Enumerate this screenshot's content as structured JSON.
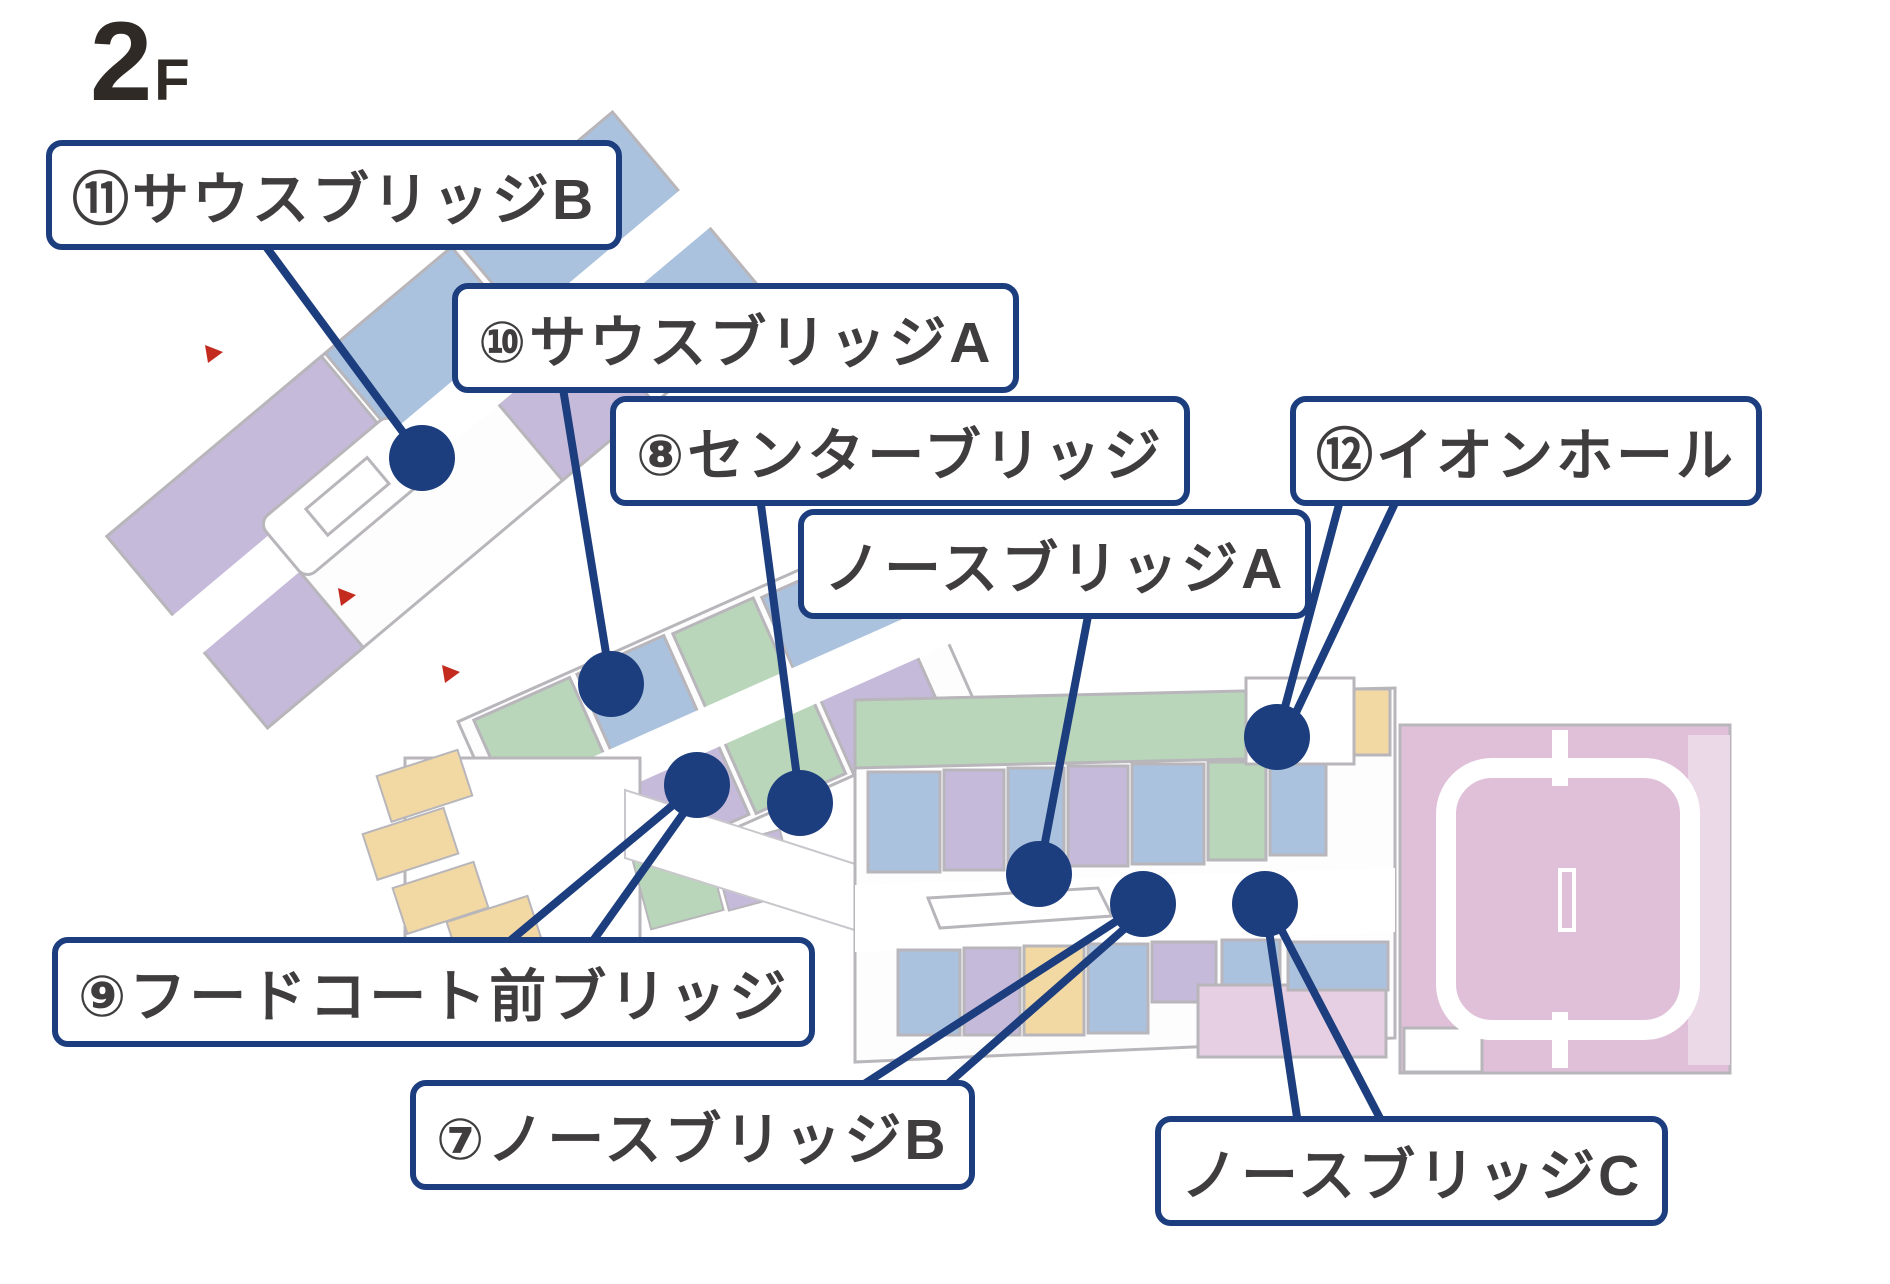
{
  "palette": {
    "accent_navy": "#1c3d7e",
    "label_text": "#3f3d3e",
    "map_purple": "#c6bada",
    "map_blue": "#abc2de",
    "map_green": "#b9d6ba",
    "map_yellow": "#f2d9a4",
    "map_pink": "#dfc0d8",
    "outline_gray": "#b8b6bb",
    "red_marker": "#c42b1f"
  },
  "floor": {
    "number": "2",
    "suffix": "F"
  },
  "callouts": [
    {
      "id": "south-bridge-b",
      "label": "⑪サウスブリッジB"
    },
    {
      "id": "south-bridge-a",
      "label": "⑩サウスブリッジA"
    },
    {
      "id": "center-bridge",
      "label": "⑧センターブリッジ"
    },
    {
      "id": "north-bridge-a",
      "label": "ノースブリッジA"
    },
    {
      "id": "aeon-hall",
      "label": "⑫イオンホール"
    },
    {
      "id": "food-court-bridge",
      "label": "⑨フードコート前ブリッジ"
    },
    {
      "id": "north-bridge-b",
      "label": "⑦ノースブリッジB"
    },
    {
      "id": "north-bridge-c",
      "label": "ノースブリッジC"
    }
  ]
}
